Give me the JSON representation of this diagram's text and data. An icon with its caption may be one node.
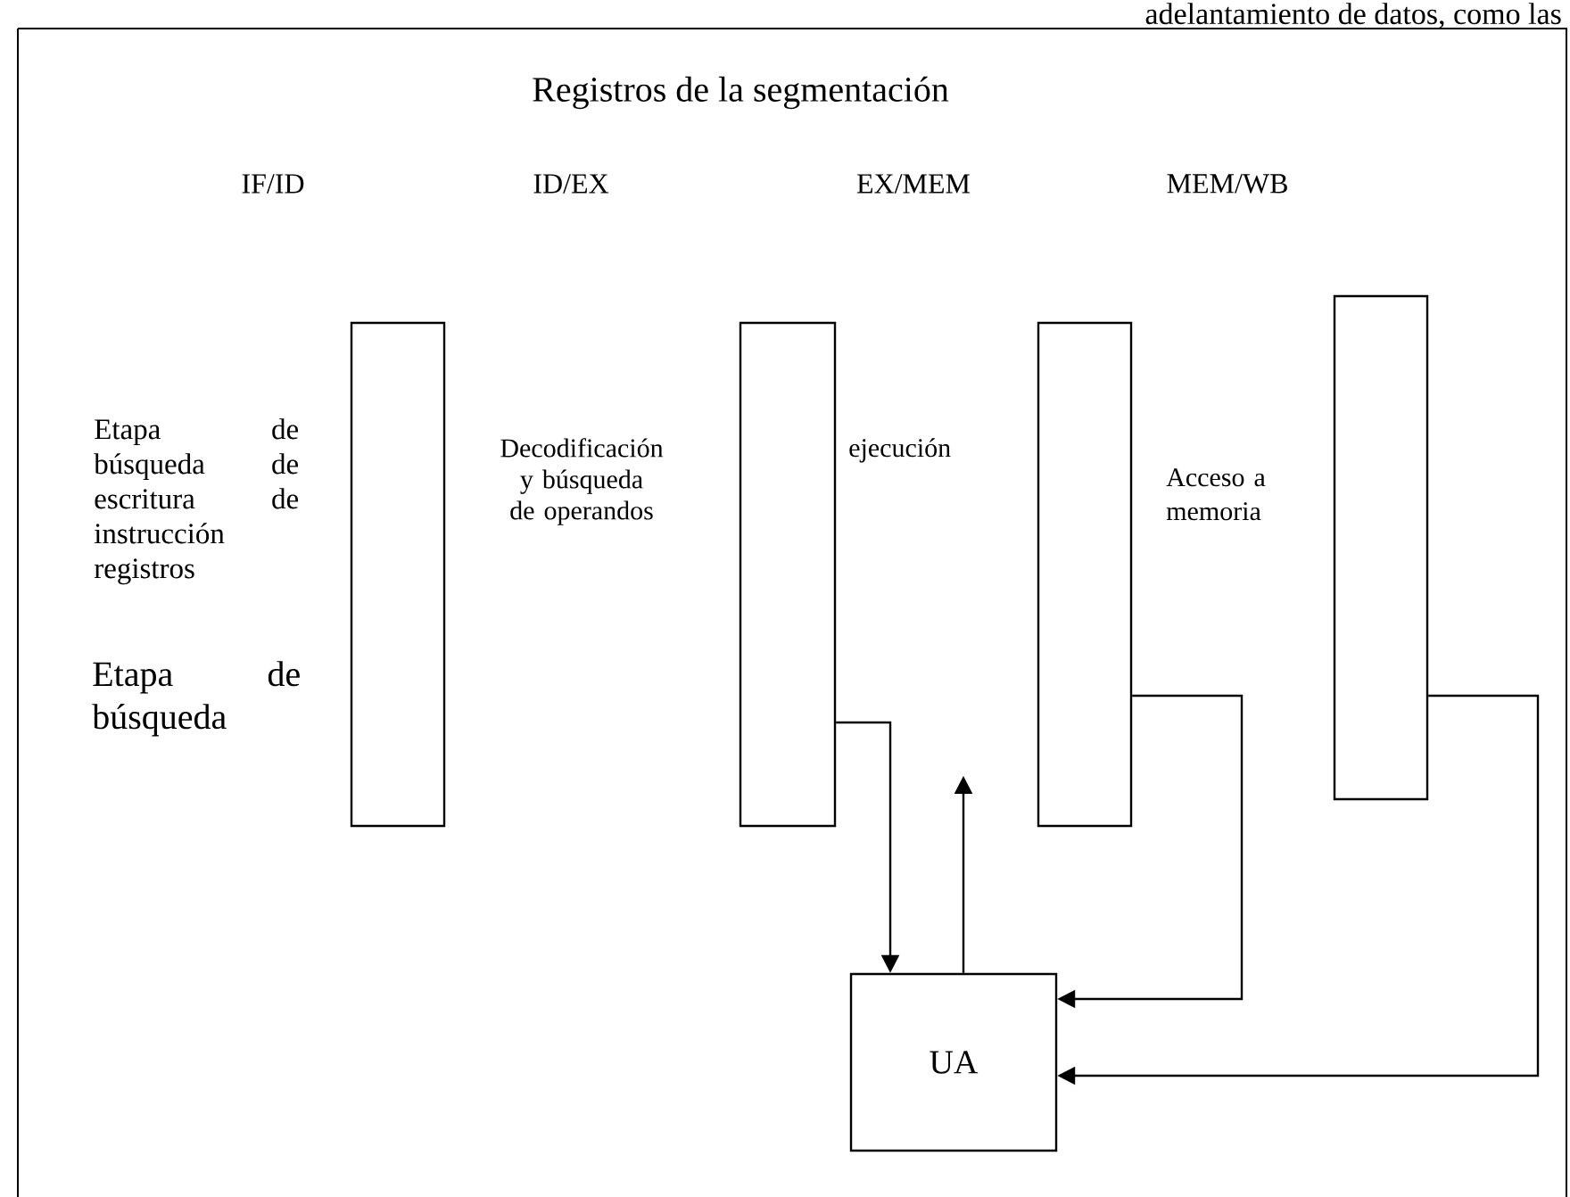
{
  "diagram": {
    "title": "Registros de la segmentación",
    "nodes": [
      {
        "text": [],
        "shape": "bar"
      },
      {
        "text": [],
        "shape": "bar"
      },
      {
        "text": [],
        "shape": "bar"
      },
      {
        "text": [],
        "shape": "bar"
      },
      {
        "text": [
          "UA"
        ]
      }
    ],
    "edges": [
      {
        "from": 1,
        "to": 4,
        "arrow": "to"
      },
      {
        "from": 4,
        "to": null,
        "arrow": "to"
      },
      {
        "from": 2,
        "to": 4,
        "arrow": "to"
      },
      {
        "from": 3,
        "to": 4,
        "arrow": "to"
      }
    ],
    "labels": [
      "adelantamiento de datos, como las",
      "IF/ID",
      "ID/EX",
      "EX/MEM",
      "MEM/WB",
      "Etapa de búsqueda de escritura de instrucción registros",
      "Decodificación y búsqueda de operandos",
      "ejecución",
      "Acceso a memoria",
      "Etapa de búsqueda"
    ]
  }
}
